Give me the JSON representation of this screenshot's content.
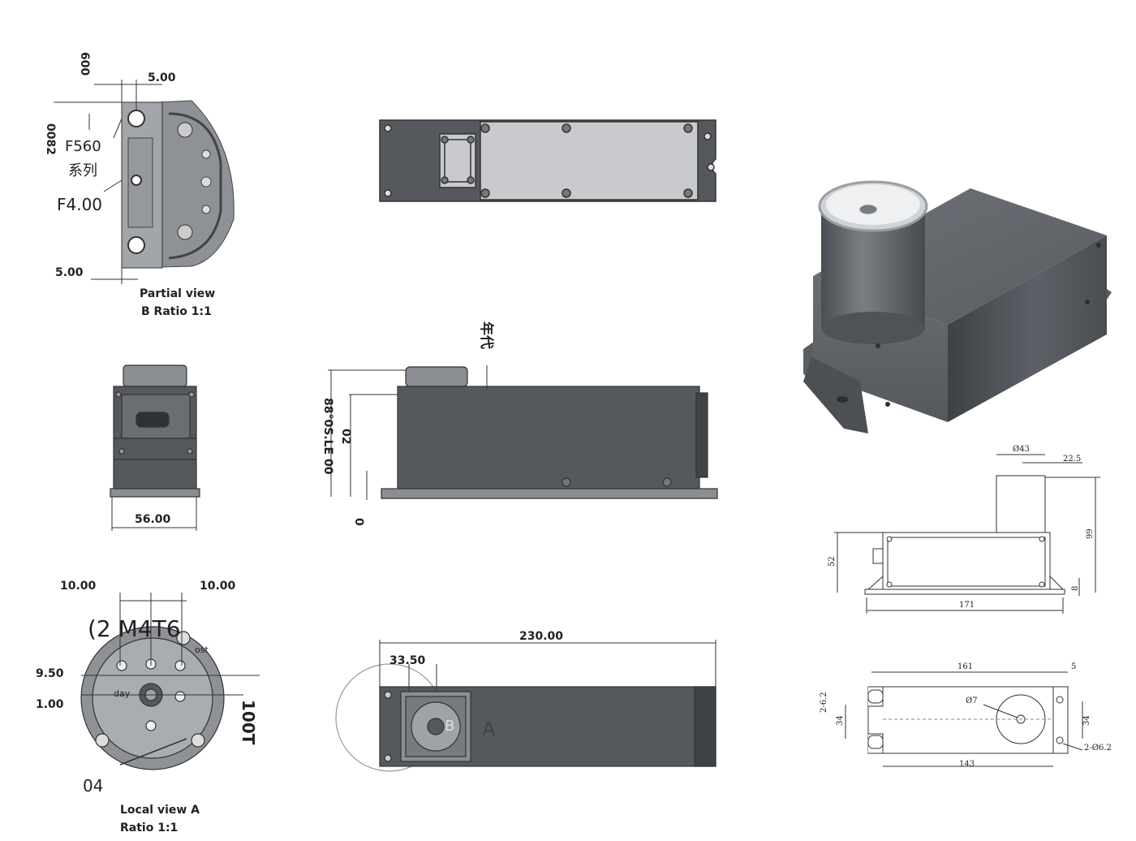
{
  "partial_view_b": {
    "dim_top_rot": "600",
    "dim_top": "5.00",
    "dim_left_rot": "0082",
    "series": "F560",
    "series_cn": "系列",
    "hole": "F4.00",
    "dim_bottom": "5.00",
    "title_line1": "Partial view",
    "title_line2": "B Ratio 1:1"
  },
  "end_view": {
    "width": "56.00"
  },
  "local_view_a": {
    "dim_left": "10.00",
    "dim_right": "10.00",
    "thread": "(2 M4T6",
    "tag": "ost",
    "day": "day",
    "dim_9_50": "9.50",
    "dim_1_00": "1.00",
    "dim_right_rot": "100T",
    "bottom_num": "04",
    "title_line1": "Local view A",
    "title_line2": "Ratio 1:1"
  },
  "side_view": {
    "top_rot": "年代",
    "left_rot": "88°0S.LE 00",
    "mid_rot": "02",
    "zero": "0"
  },
  "bottom_view": {
    "length": "230.00",
    "offset": "33.50",
    "tag_b": "B",
    "tag_a": "A"
  },
  "small_front": {
    "d43": "Ø43",
    "d22_5": "22.5",
    "h99": "99",
    "h52": "52",
    "h8": "8",
    "w171": "171"
  },
  "small_top": {
    "w161": "161",
    "w5": "5",
    "slot": "2-6.2",
    "h34l": "34",
    "d7": "Ø7",
    "h34r": "34",
    "holes": "2-Ø6.2",
    "w143": "143"
  },
  "colors": {
    "body": "#55585d",
    "plate": "#c8cacd",
    "line": "#333333"
  }
}
